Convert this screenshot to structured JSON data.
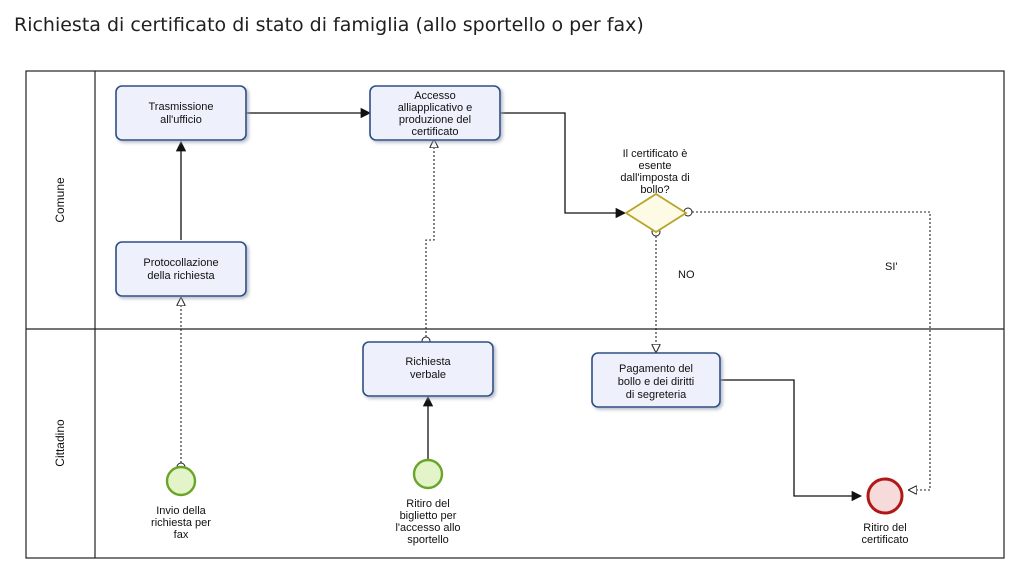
{
  "title": "Richiesta di certificato di stato di famiglia (allo sportello o per fax)",
  "lanes": [
    {
      "name": "Comune"
    },
    {
      "name": "Cittadino"
    }
  ],
  "tasks": {
    "trasmissione": [
      "Trasmissione",
      "all'ufficio"
    ],
    "accesso": [
      "Accesso",
      "alliapplicativo e",
      "produzione del",
      "certificato"
    ],
    "protocollazione": [
      "Protocollazione",
      "della richiesta"
    ],
    "richiesta_verbale": [
      "Richiesta",
      "verbale"
    ],
    "pagamento": [
      "Pagamento del",
      "bollo e dei diritti",
      "di segreteria"
    ]
  },
  "gateway": {
    "question": [
      "Il certificato è",
      "esente",
      "dall'imposta di",
      "bollo?"
    ],
    "no_label": "NO",
    "yes_label": "SI'"
  },
  "events": {
    "invio": [
      "Invio della",
      "richiesta per",
      "fax"
    ],
    "ritiro_biglietto": [
      "Ritiro del",
      "biglietto per",
      "l'accesso allo",
      "sportello"
    ],
    "ritiro_certificato": [
      "Ritiro del",
      "certificato"
    ]
  },
  "colors": {
    "task_border": "#2d4f86",
    "task_fill": "#eef1fb",
    "start_event_stroke": "#6aa52a",
    "start_event_fill": "#e3f5c8",
    "end_event_stroke": "#b01818",
    "end_event_fill": "#f7dada",
    "gateway_stroke": "#b8a52c",
    "gateway_fill": "#fdfbe6"
  }
}
